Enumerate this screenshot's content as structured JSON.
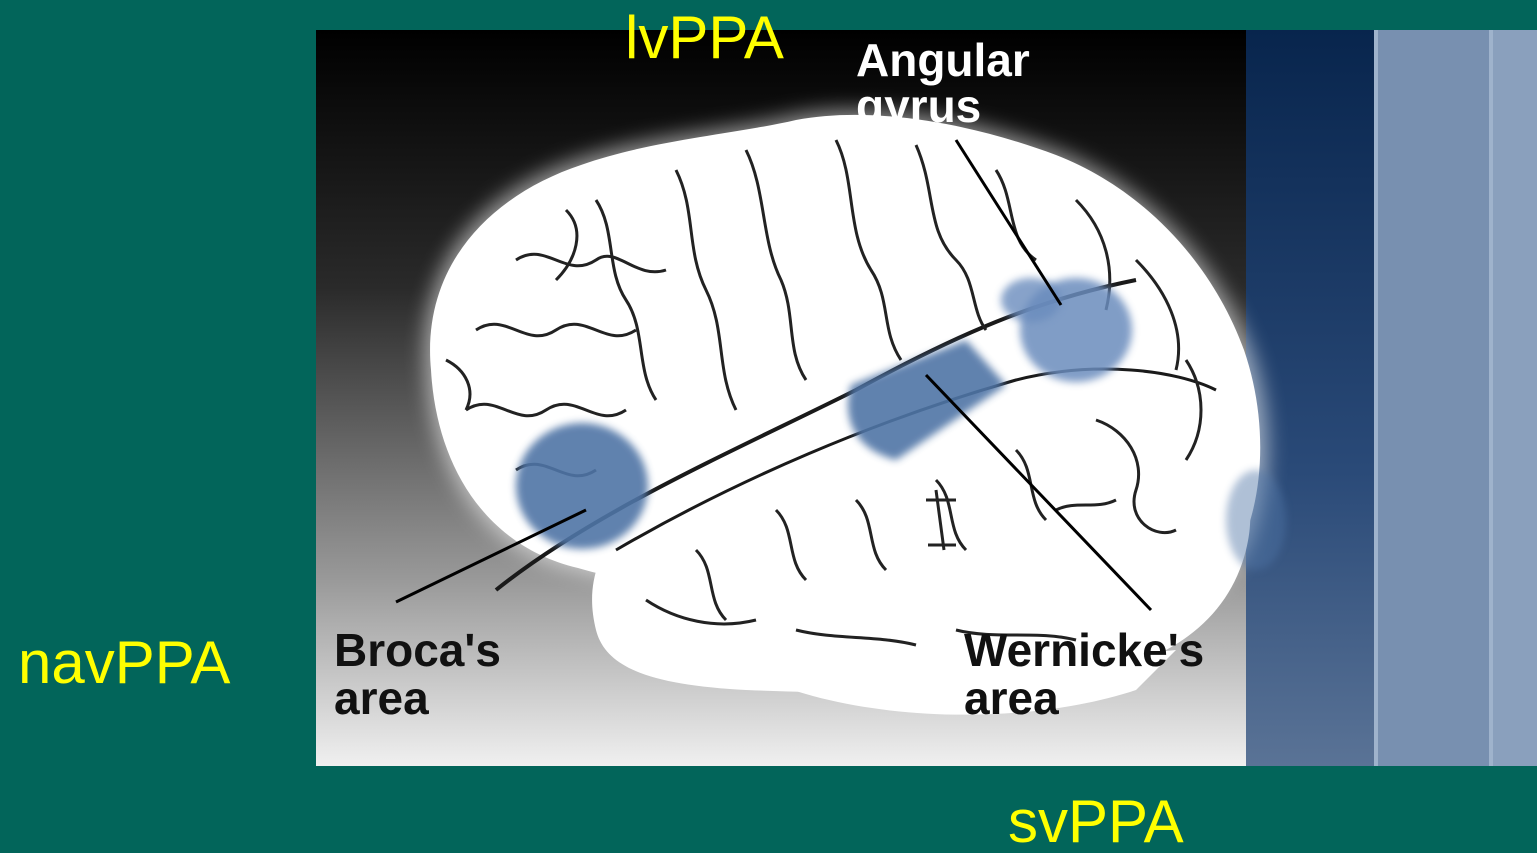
{
  "labels": {
    "lvppa": "lvPPA",
    "navppa": "navPPA",
    "svppa": "svPPA"
  },
  "figure": {
    "angular_gyrus_line1": "Angular",
    "angular_gyrus_line2": "gyrus",
    "broca_line1": "Broca's",
    "broca_line2": "area",
    "wernicke_line1": "Wernicke's",
    "wernicke_line2": "area"
  },
  "colors": {
    "slide_background": "#02655a",
    "ppa_label_text": "#ffff00",
    "region_highlight": "#4f74a6",
    "side_panel_dark": "#0b2a55",
    "side_panel_light": "#8098b6"
  }
}
